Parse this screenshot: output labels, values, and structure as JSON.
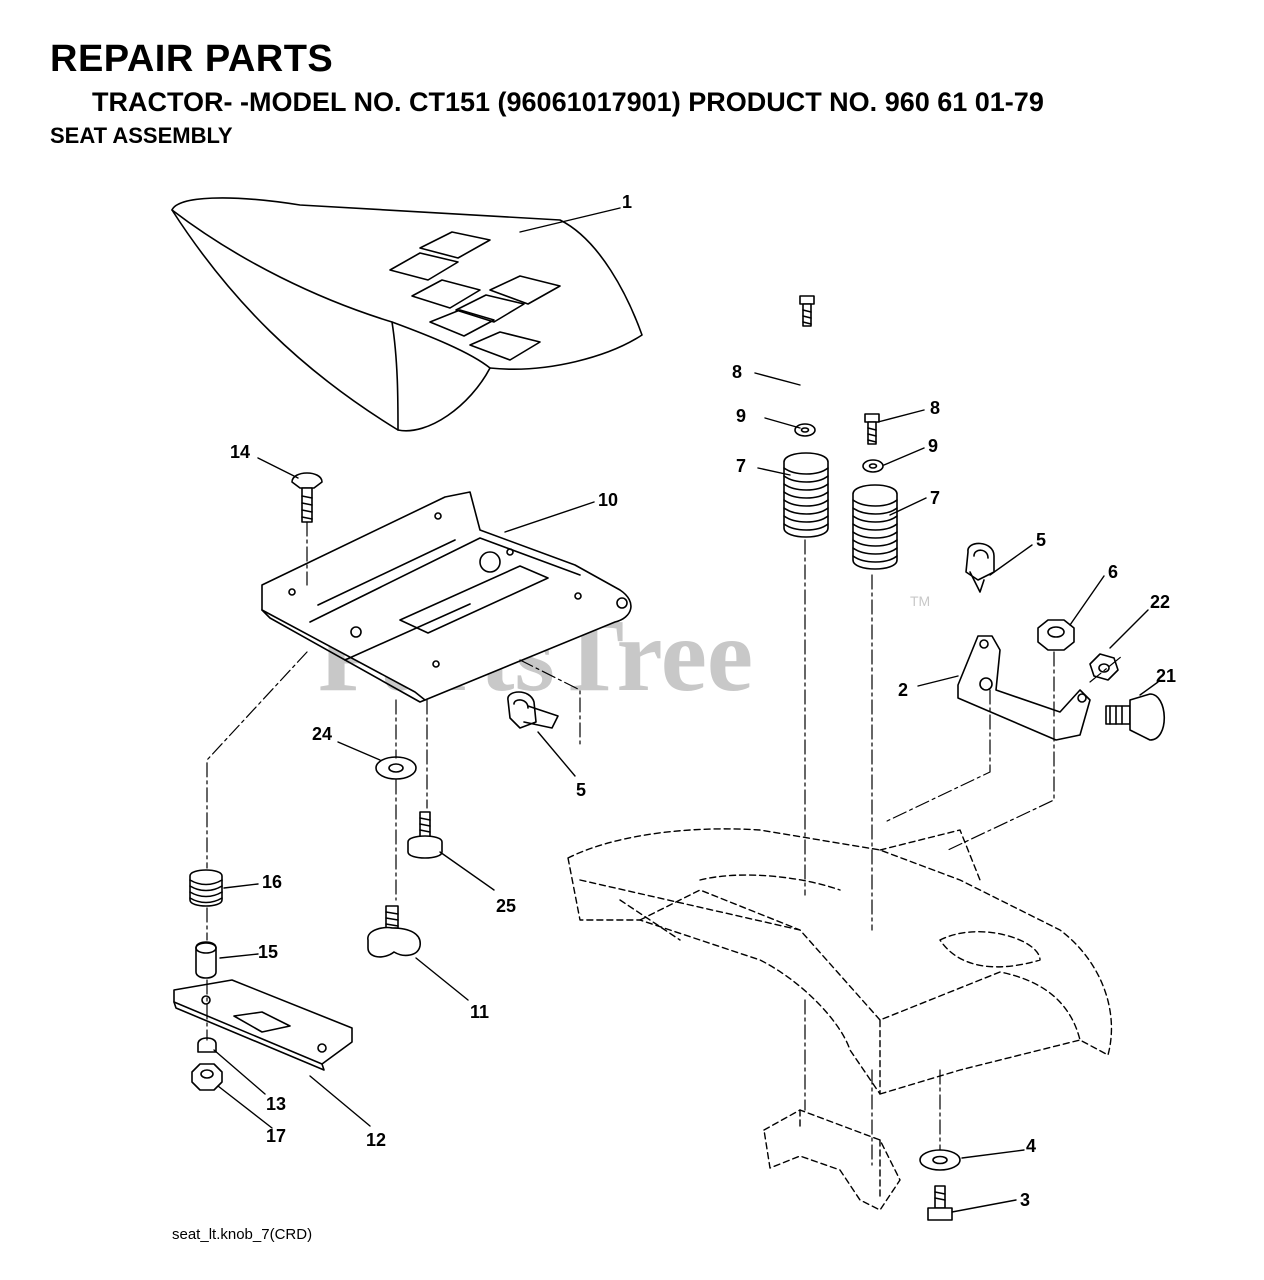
{
  "header": {
    "title": "REPAIR PARTS",
    "subtitle": "TRACTOR- -MODEL NO. CT151 (96061017901) PRODUCT NO. 960 61 01-79",
    "section": "SEAT ASSEMBLY"
  },
  "watermark": {
    "text": "PartsTree",
    "trademark": "TM"
  },
  "callouts": {
    "c1": "1",
    "c2": "2",
    "c3": "3",
    "c4": "4",
    "c5a": "5",
    "c5b": "5",
    "c6": "6",
    "c7a": "7",
    "c7b": "7",
    "c8a": "8",
    "c8b": "8",
    "c9a": "9",
    "c9b": "9",
    "c10": "10",
    "c11": "11",
    "c12": "12",
    "c13": "13",
    "c14": "14",
    "c15": "15",
    "c16": "16",
    "c17": "17",
    "c21": "21",
    "c22": "22",
    "c24": "24",
    "c25": "25"
  },
  "footer": {
    "drawing_id": "seat_lt.knob_7(CRD)"
  }
}
